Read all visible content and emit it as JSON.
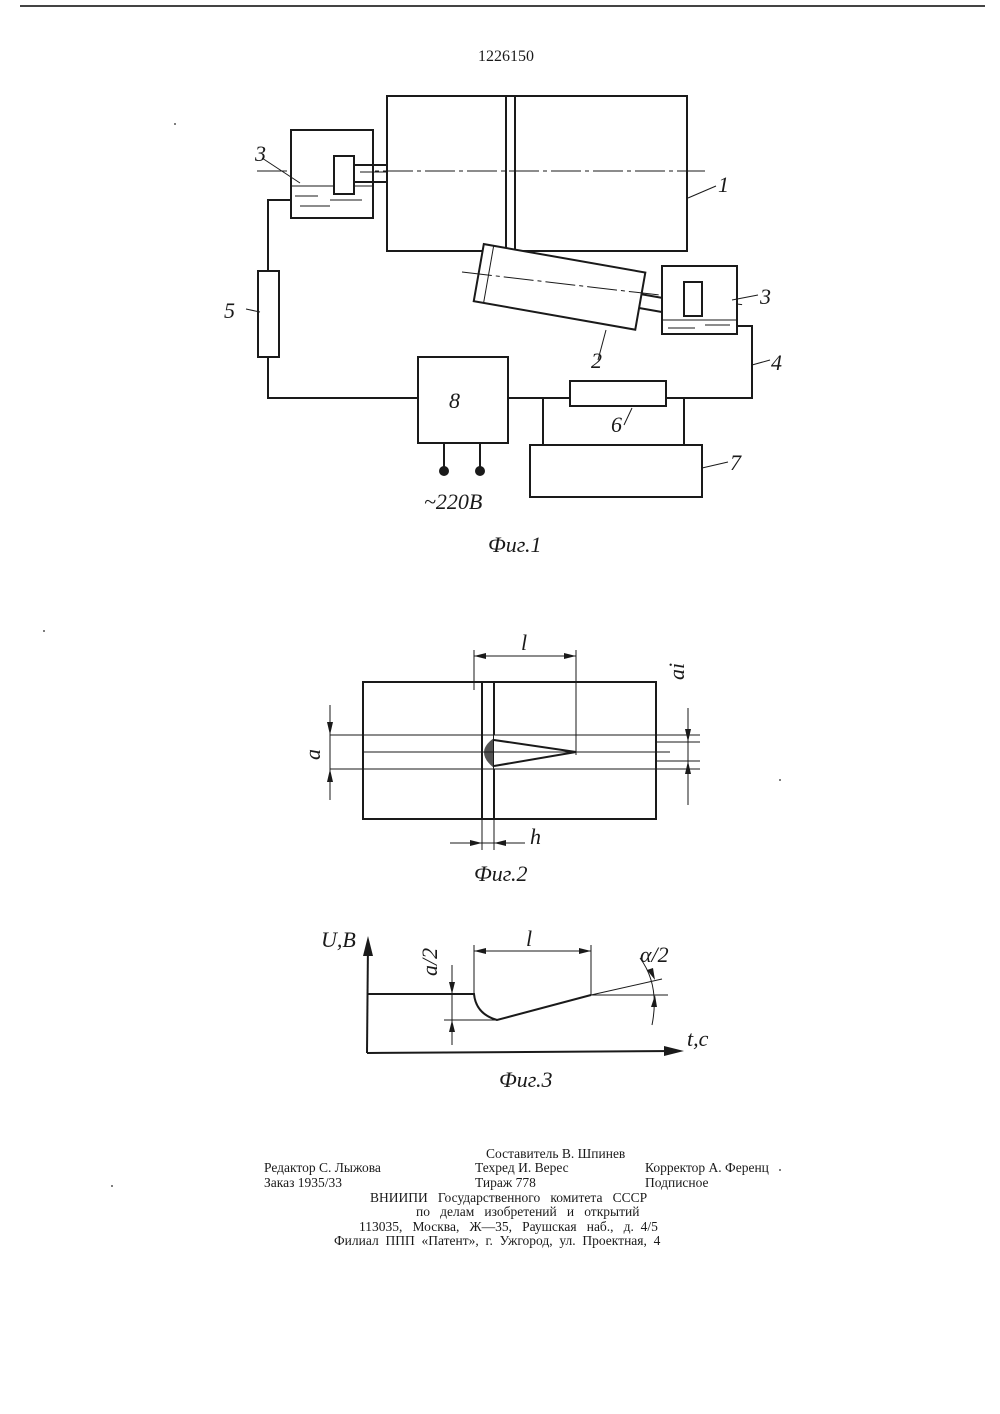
{
  "patent_number": "1226150",
  "fig1": {
    "caption": "Фиг.1",
    "labels": {
      "n1": "1",
      "n2": "2",
      "n3_left": "3",
      "n3_right": "3",
      "n4": "4",
      "n5": "5",
      "n6": "6",
      "n7": "7",
      "n8": "8"
    },
    "supply": "~220В"
  },
  "fig2": {
    "caption": "Фиг.2",
    "labels": {
      "l": "l",
      "ai": "ai",
      "a": "a",
      "h": "h"
    }
  },
  "fig3": {
    "caption": "Фиг.3",
    "labels": {
      "y_axis": "U,B",
      "x_axis": "t,c",
      "a_half": "a/2",
      "l": "l",
      "alpha_half": "α/2"
    }
  },
  "imprint": {
    "composer": "Составитель В. Шпинев",
    "editor": "Редактор С. Лыжова",
    "techred": "Техред И. Верес",
    "corrector": "Корректор А. Ференц",
    "order": "Заказ 1935/33",
    "circulation": "Тираж 778",
    "subscription": "Подписное",
    "org1": "ВНИИПИ   Государственного   комитета   СССР",
    "org2": "по   делам   изобретений   и   открытий",
    "address": "113035,   Москва,   Ж—35,   Раушская   наб.,   д.  4/5",
    "branch": "Филиал  ППП  «Патент»,  г.  Ужгород,  ул.  Проектная,  4"
  }
}
